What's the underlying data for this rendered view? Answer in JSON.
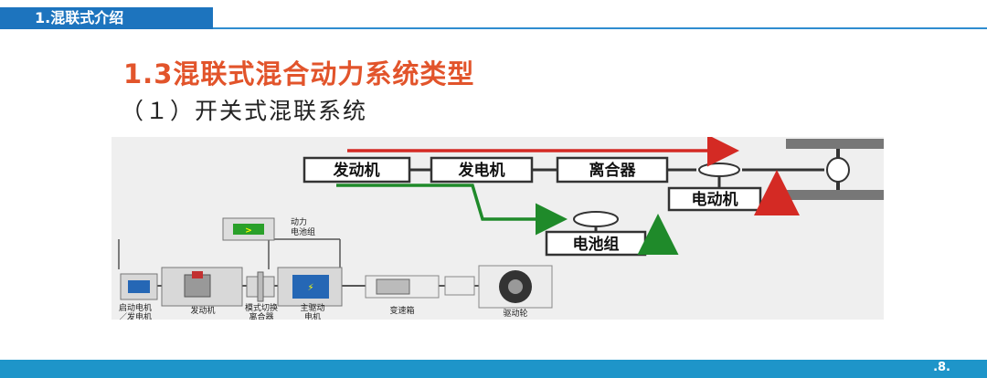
{
  "header": {
    "section_title": "1.混联式介绍"
  },
  "title": "1.3混联式混合动力系统类型",
  "subtitle": "（１）开关式混联系统",
  "diagram": {
    "boxes": {
      "engine": "发动机",
      "generator": "发电机",
      "clutch": "离合器",
      "motor": "电动机",
      "battery": "电池组"
    },
    "components": {
      "power_battery_line1": "动力",
      "power_battery_line2": "电池组",
      "starter_line1": "启动电机",
      "starter_line2": "／发电机",
      "engine": "发动机",
      "mode_switch_line1": "模式切换",
      "mode_switch_line2": "离合器",
      "main_motor_line1": "主驱动",
      "main_motor_line2": "电机",
      "gearbox": "变速箱",
      "drive_wheel": "驱动轮"
    },
    "colors": {
      "red_arrow": "#d42a24",
      "green_arrow": "#1f8a2a",
      "box_border": "#333333"
    }
  },
  "footer": {
    "page_number": ".8."
  }
}
